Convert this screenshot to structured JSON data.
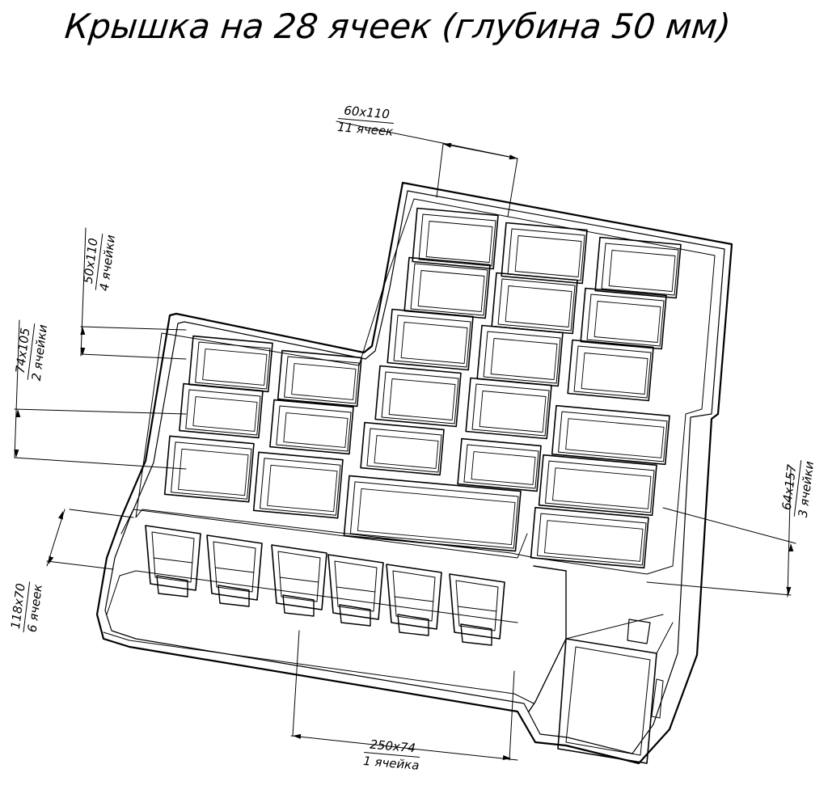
{
  "title": "Крышка на 28 ячеек (глубина 50 мм)",
  "dimensions": [
    {
      "id": "d1",
      "size": "60x110",
      "count": "11 ячеек"
    },
    {
      "id": "d2",
      "size": "50x110",
      "count": "4 ячейки"
    },
    {
      "id": "d3",
      "size": "74x105",
      "count": "2 ячейки"
    },
    {
      "id": "d4",
      "size": "118x70",
      "count": "6 ячеек"
    },
    {
      "id": "d5",
      "size": "250x74",
      "count": "1 ячейка"
    },
    {
      "id": "d6",
      "size": "64x157",
      "count": "3 ячейки"
    }
  ]
}
